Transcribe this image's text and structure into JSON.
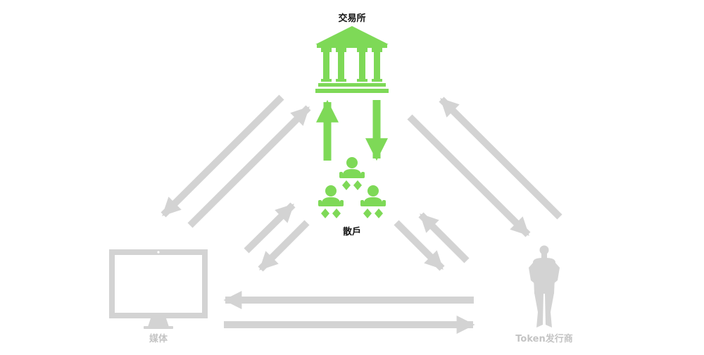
{
  "nodes": {
    "exchange": {
      "label": "交易所",
      "icon": "bank-building-icon"
    },
    "retail": {
      "label": "散戶",
      "icon": "baby-group-icon"
    },
    "media": {
      "label": "媒体",
      "icon": "monitor-icon"
    },
    "issuer": {
      "label": "Token发行商",
      "icon": "standing-man-icon"
    }
  },
  "colors": {
    "highlight": "#7ed957",
    "muted": "#d3d3d3",
    "muted_label": "#c4c4c4",
    "label": "#111111"
  },
  "edges": [
    {
      "from": "exchange",
      "to": "media",
      "color": "muted"
    },
    {
      "from": "media",
      "to": "exchange",
      "color": "muted"
    },
    {
      "from": "exchange",
      "to": "issuer",
      "color": "muted"
    },
    {
      "from": "issuer",
      "to": "exchange",
      "color": "muted"
    },
    {
      "from": "retail",
      "to": "exchange",
      "color": "highlight"
    },
    {
      "from": "exchange",
      "to": "retail",
      "color": "highlight"
    },
    {
      "from": "retail",
      "to": "media",
      "color": "muted"
    },
    {
      "from": "media",
      "to": "retail",
      "color": "muted"
    },
    {
      "from": "retail",
      "to": "issuer",
      "color": "muted"
    },
    {
      "from": "issuer",
      "to": "retail",
      "color": "muted"
    },
    {
      "from": "issuer",
      "to": "media",
      "color": "muted"
    },
    {
      "from": "media",
      "to": "issuer",
      "color": "muted"
    }
  ]
}
